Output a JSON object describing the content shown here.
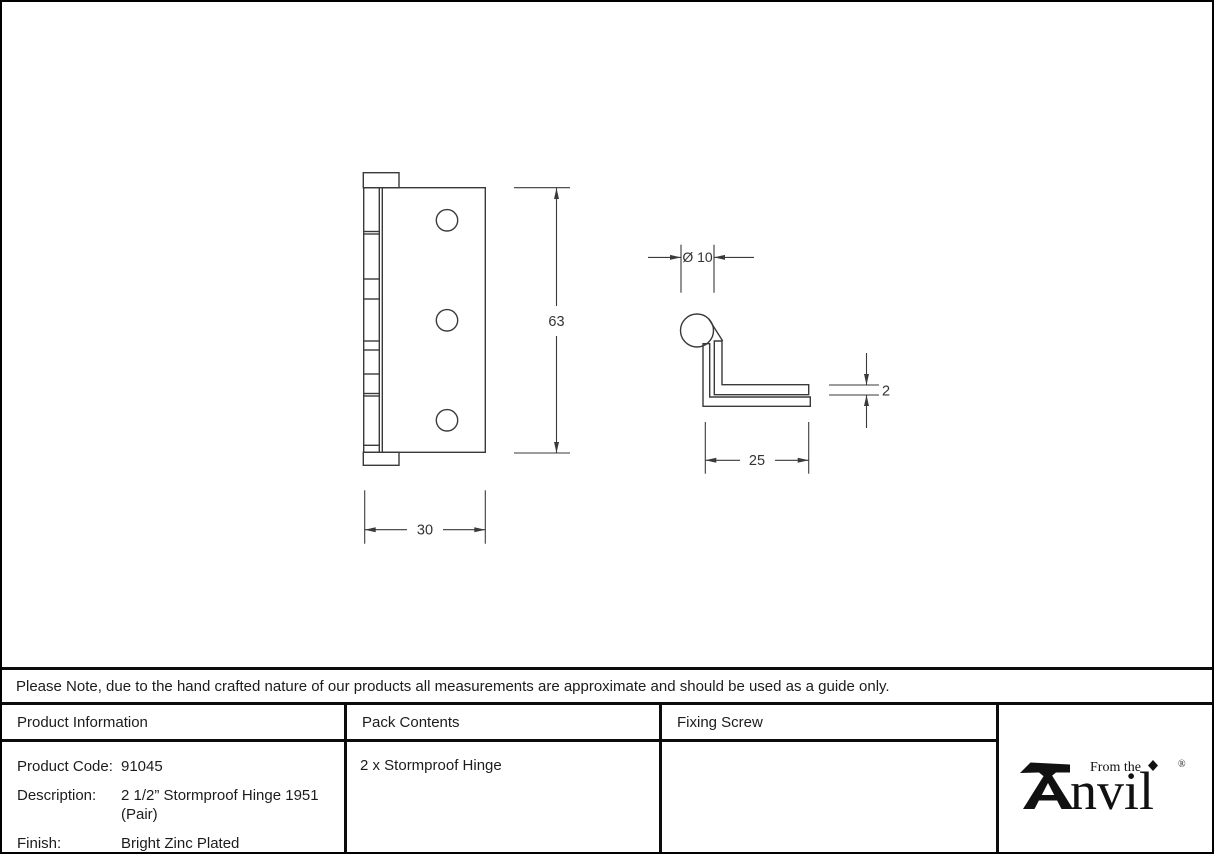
{
  "drawing": {
    "front_view": {
      "height_label": "63",
      "width_label": "30"
    },
    "side_view": {
      "diameter_label": "Ø 10",
      "thickness_label": "2",
      "depth_label": "25"
    }
  },
  "note": {
    "text": "Please Note, due to the hand crafted nature of our products all measurements are approximate and should be used as a guide only."
  },
  "table": {
    "headers": [
      "Product Information",
      "Pack Contents",
      "Fixing Screw"
    ],
    "product_information": {
      "rows": [
        {
          "label": "Product Code:",
          "value": "91045"
        },
        {
          "label": "Description:",
          "value": "2 1/2” Stormproof Hinge 1951 (Pair)"
        },
        {
          "label": "Finish:",
          "value": "Bright Zinc Plated"
        }
      ]
    },
    "pack_contents": "2 x Stormproof Hinge",
    "fixing_screw": ""
  },
  "logo": {
    "prefix": "From the",
    "brand_suffix": "nvil",
    "registered": "®"
  },
  "colors": {
    "line": "#3a3a3a",
    "border": "#0c0c0c",
    "text": "#1c1c1c",
    "background": "#ffffff"
  }
}
